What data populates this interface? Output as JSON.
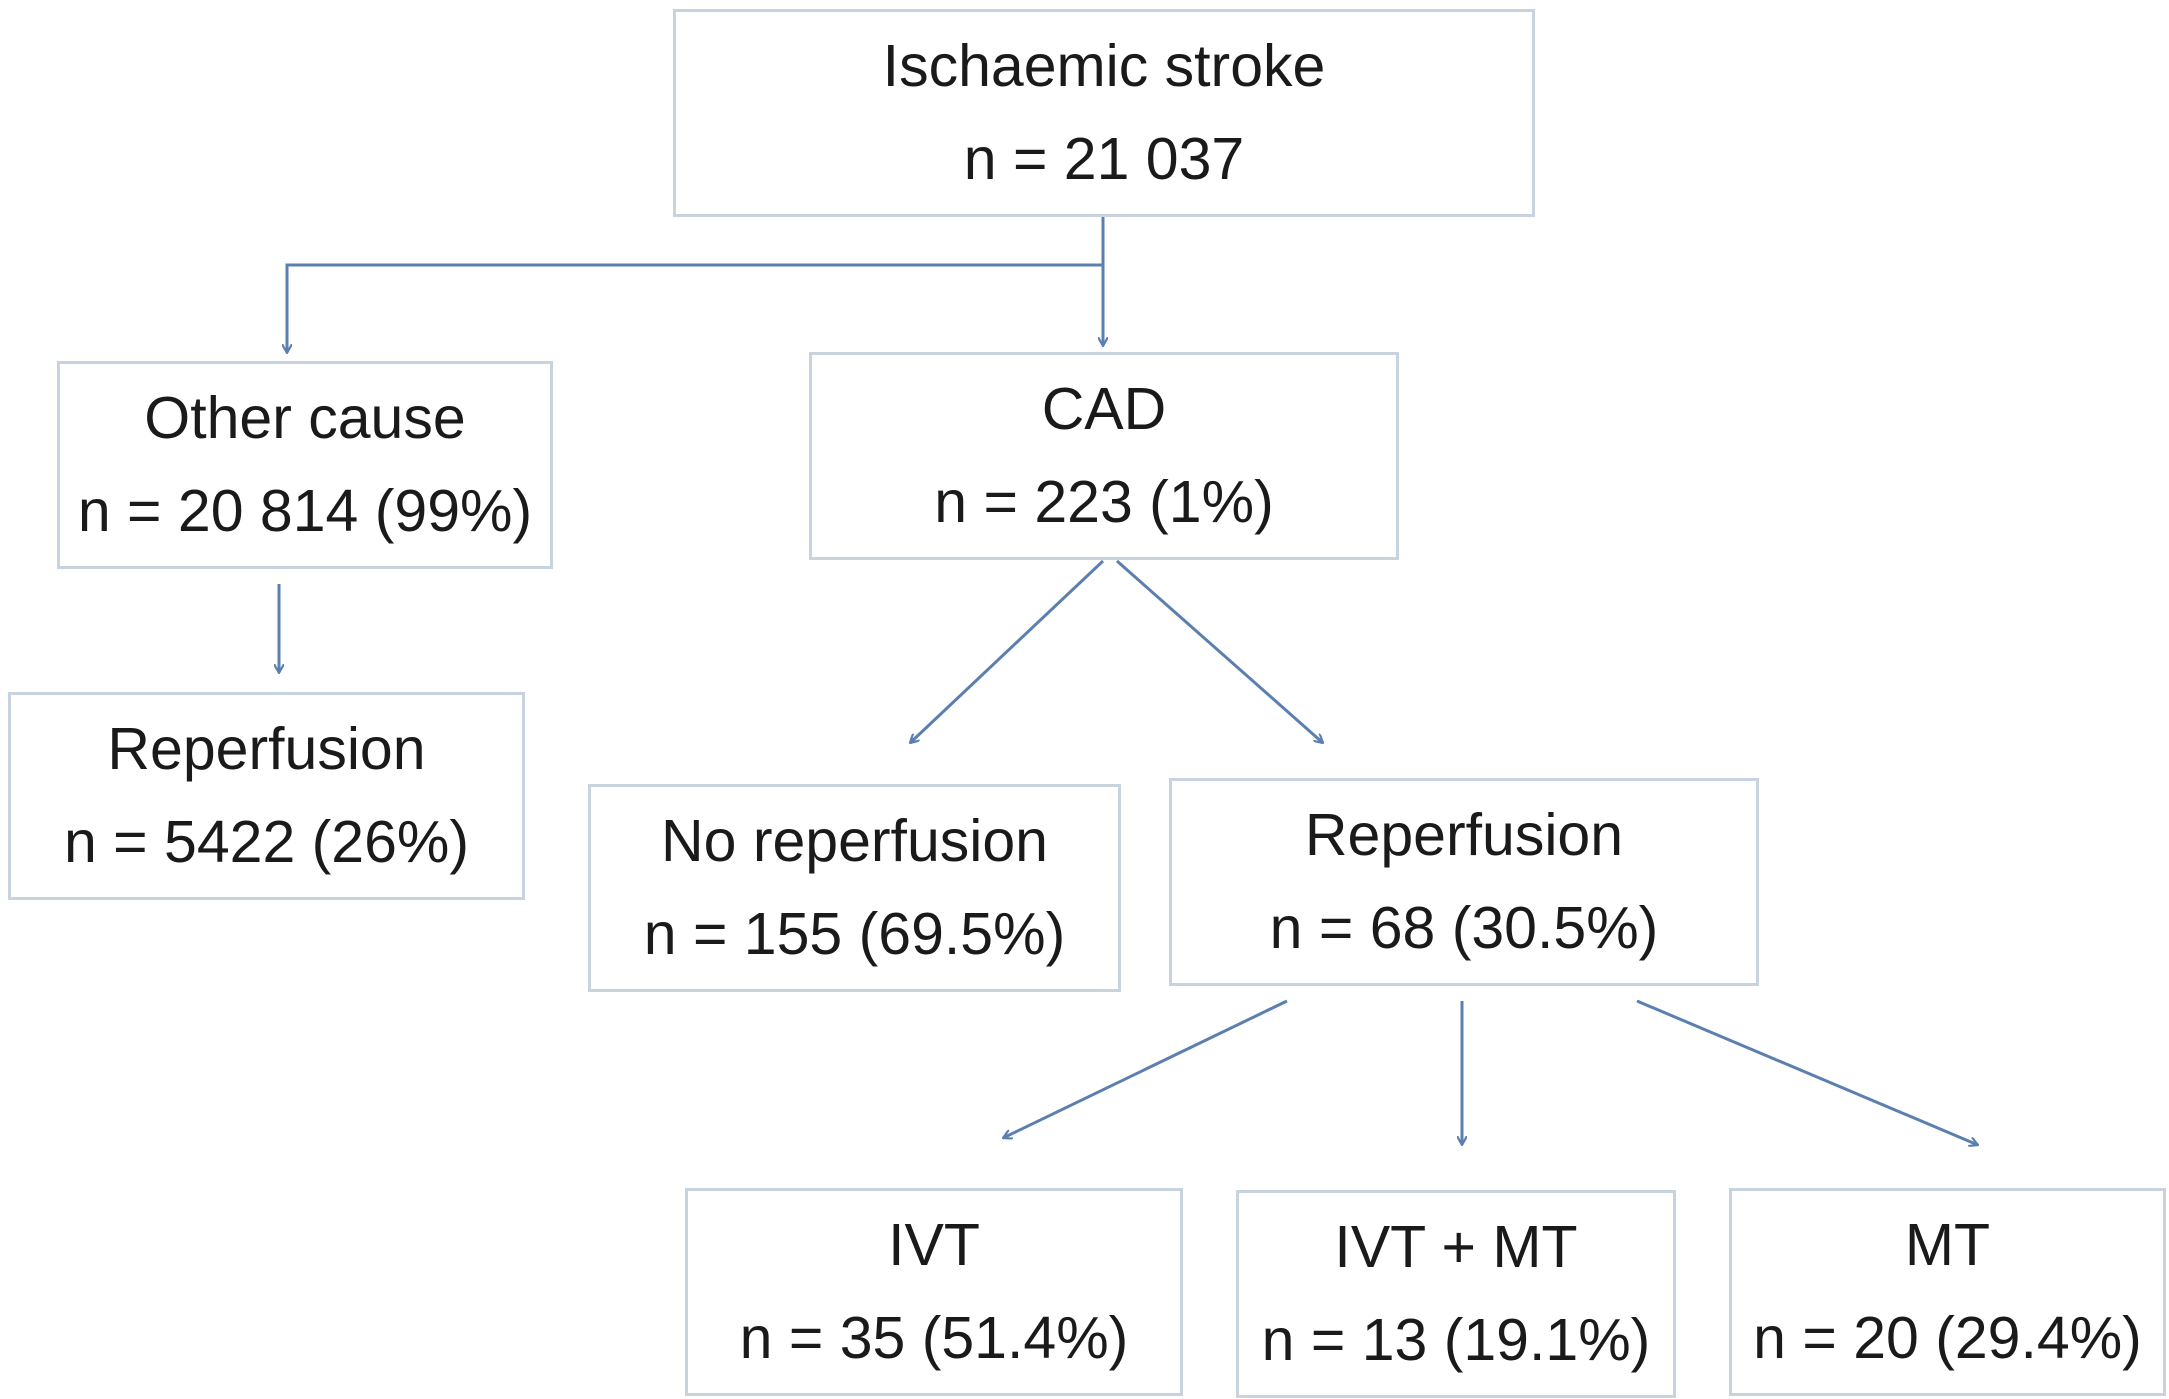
{
  "colors": {
    "arrow": "#5b7fae",
    "box_border": "#c9d3e0",
    "text": "#1a1a1a"
  },
  "nodes": {
    "root": {
      "title": "Ischaemic stroke",
      "count": "n = 21 037"
    },
    "other_cause": {
      "title": "Other cause",
      "count": "n = 20 814 (99%)"
    },
    "other_reperf": {
      "title": "Reperfusion",
      "count": "n = 5422 (26%)"
    },
    "cad": {
      "title": "CAD",
      "count": "n = 223 (1%)"
    },
    "no_reperf": {
      "title": "No reperfusion",
      "count": "n = 155 (69.5%)"
    },
    "cad_reperf": {
      "title": "Reperfusion",
      "count": "n = 68 (30.5%)"
    },
    "ivt": {
      "title": "IVT",
      "count": "n = 35 (51.4%)"
    },
    "ivt_mt": {
      "title": "IVT + MT",
      "count": "n = 13 (19.1%)"
    },
    "mt": {
      "title": "MT",
      "count": "n = 20 (29.4%)"
    }
  },
  "edges": [
    {
      "from": "root",
      "to": "other_cause"
    },
    {
      "from": "root",
      "to": "cad"
    },
    {
      "from": "other_cause",
      "to": "other_reperf"
    },
    {
      "from": "cad",
      "to": "no_reperf"
    },
    {
      "from": "cad",
      "to": "cad_reperf"
    },
    {
      "from": "cad_reperf",
      "to": "ivt"
    },
    {
      "from": "cad_reperf",
      "to": "ivt_mt"
    },
    {
      "from": "cad_reperf",
      "to": "mt"
    }
  ]
}
